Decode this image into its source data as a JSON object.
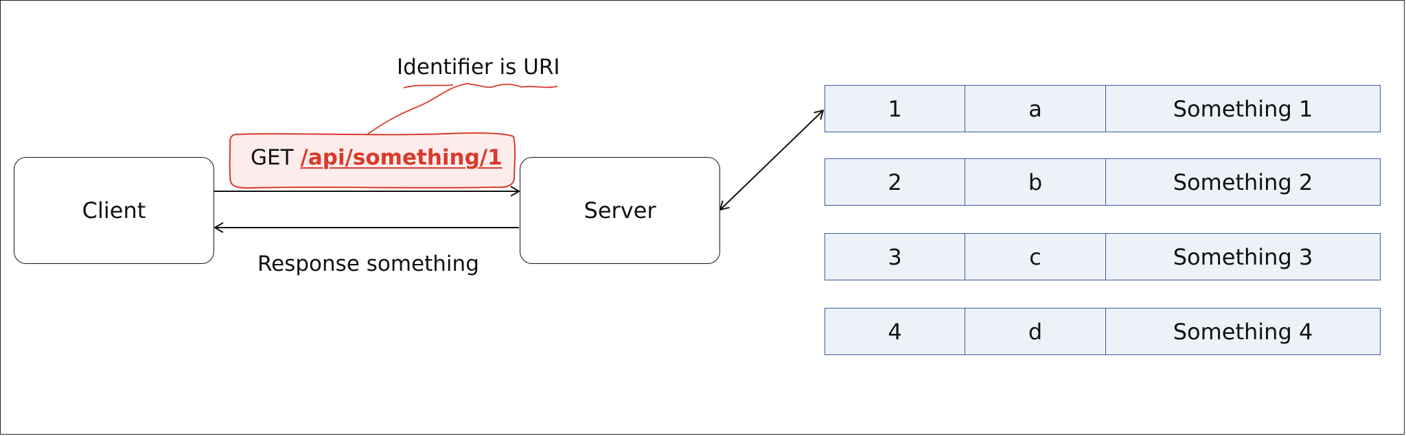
{
  "client_label": "Client",
  "server_label": "Server",
  "request": {
    "method": "GET",
    "uri": "/api/something/1"
  },
  "annotation": "Identifier is URI",
  "response_label": "Response something",
  "colors": {
    "annotation": "#d93a2b",
    "row_fill": "#edf1f8",
    "row_border": "#3a5b9a"
  },
  "rows": [
    {
      "id": "1",
      "key": "a",
      "value": "Something 1"
    },
    {
      "id": "2",
      "key": "b",
      "value": "Something 2"
    },
    {
      "id": "3",
      "key": "c",
      "value": "Something 3"
    },
    {
      "id": "4",
      "key": "d",
      "value": "Something 4"
    }
  ]
}
